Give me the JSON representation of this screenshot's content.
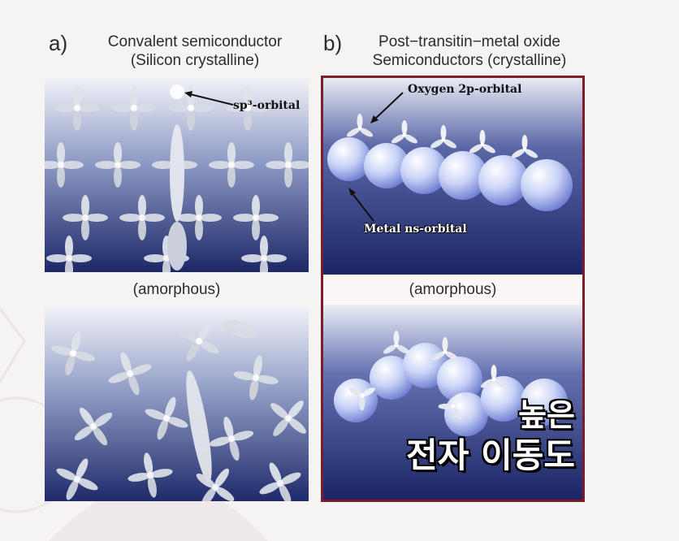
{
  "panel_a": {
    "letter": "a)",
    "title_line1": "Convalent semiconductor",
    "title_line2": "(Silicon crystalline)",
    "callout": "sp³-orbital",
    "sub_label": "(amorphous)"
  },
  "panel_b": {
    "letter": "b)",
    "title_line1": "Post−transitin−metal oxide",
    "title_line2": "Semiconductors (crystalline)",
    "callout_oxygen": "Oxygen 2p-orbital",
    "callout_metal": "Metal ns-orbital",
    "sub_label": "(amorphous)"
  },
  "caption": {
    "line1": "높은",
    "line2": "전자 이동도"
  },
  "colors": {
    "frame": "#7c1d2a",
    "panel_top": "#f2f3f8",
    "panel_bottom": "#1e2a6a",
    "sphere": "#c9d3f7"
  }
}
